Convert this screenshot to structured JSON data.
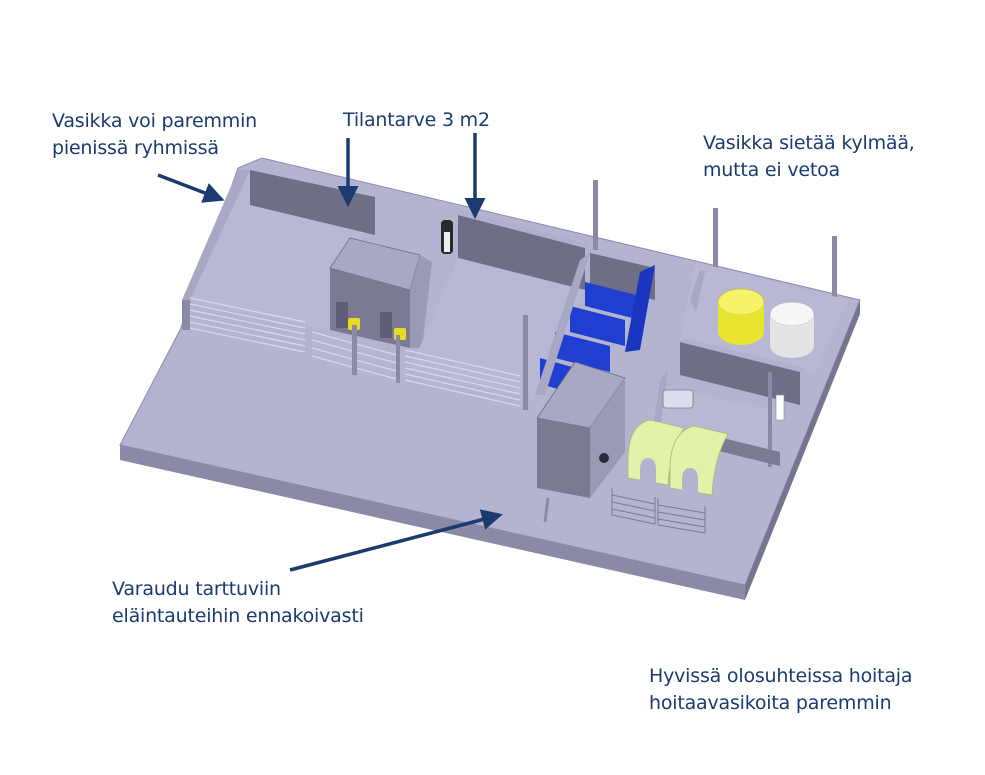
{
  "title": "Vasikkalan suunnitelma",
  "annotations": {
    "small_groups": {
      "line1": "Vasikka voi paremmin",
      "line2": "pienissä ryhmissä"
    },
    "space_need": {
      "line1": "Tilantarve 3 m2"
    },
    "cold_draft": {
      "line1": "Vasikka sietää kylmää,",
      "line2": "mutta ei vetoa"
    },
    "disease_prep": {
      "line1": "Varaudu tarttuviin",
      "line2": "eläintauteihin ennakoivasti"
    },
    "good_conditions": {
      "line1": "Hyvissä olosuhteissa hoitaja",
      "line2": "hoitaavasikoita paremmin"
    }
  },
  "colors": {
    "text": "#1b3a6e",
    "arrow": "#1b3a6e",
    "floor_top": "#b4b4d0",
    "floor_side": "#8a8aa6",
    "wall_dark": "#6e6e86",
    "wall_light": "#a8a8c4",
    "pen_blue": "#1f3fd0",
    "tank_yellow": "#f0ee4a",
    "tank_white": "#ededed",
    "igloo_green": "#e2f2a8"
  }
}
